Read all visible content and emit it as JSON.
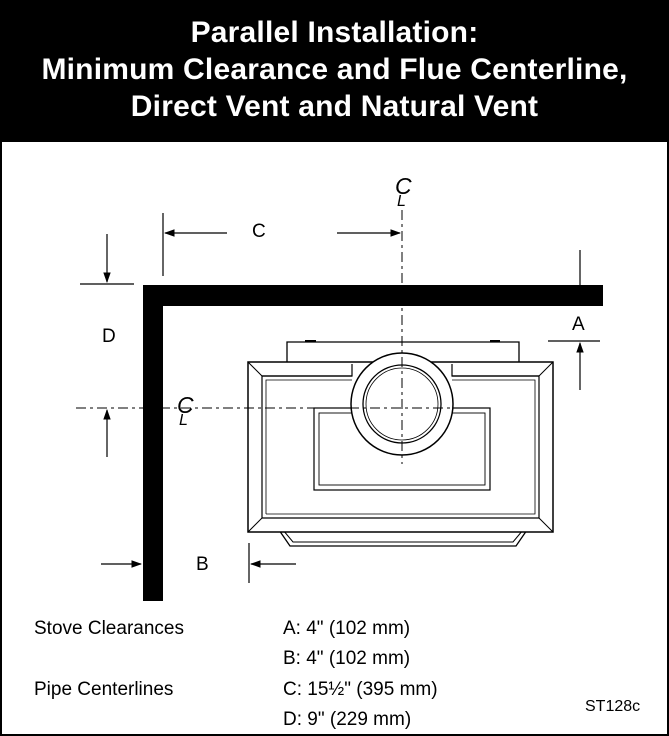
{
  "title": {
    "line1": "Parallel Installation:",
    "line2": "Minimum Clearance and Flue Centerline,",
    "line3": "Direct Vent and Natural Vent"
  },
  "labels": {
    "a": "A",
    "b": "B",
    "c": "C",
    "d": "D",
    "centerline_c": "C",
    "centerline_l": "L"
  },
  "legend": {
    "stove_clearances": "Stove Clearances",
    "pipe_centerlines": "Pipe Centerlines",
    "a_value": "A: 4\" (102 mm)",
    "b_value": "B: 4\" (102 mm)",
    "c_value": "C: 15½\" (395 mm)",
    "d_value": "D: 9\" (229 mm)"
  },
  "drawing_code": "ST128c"
}
